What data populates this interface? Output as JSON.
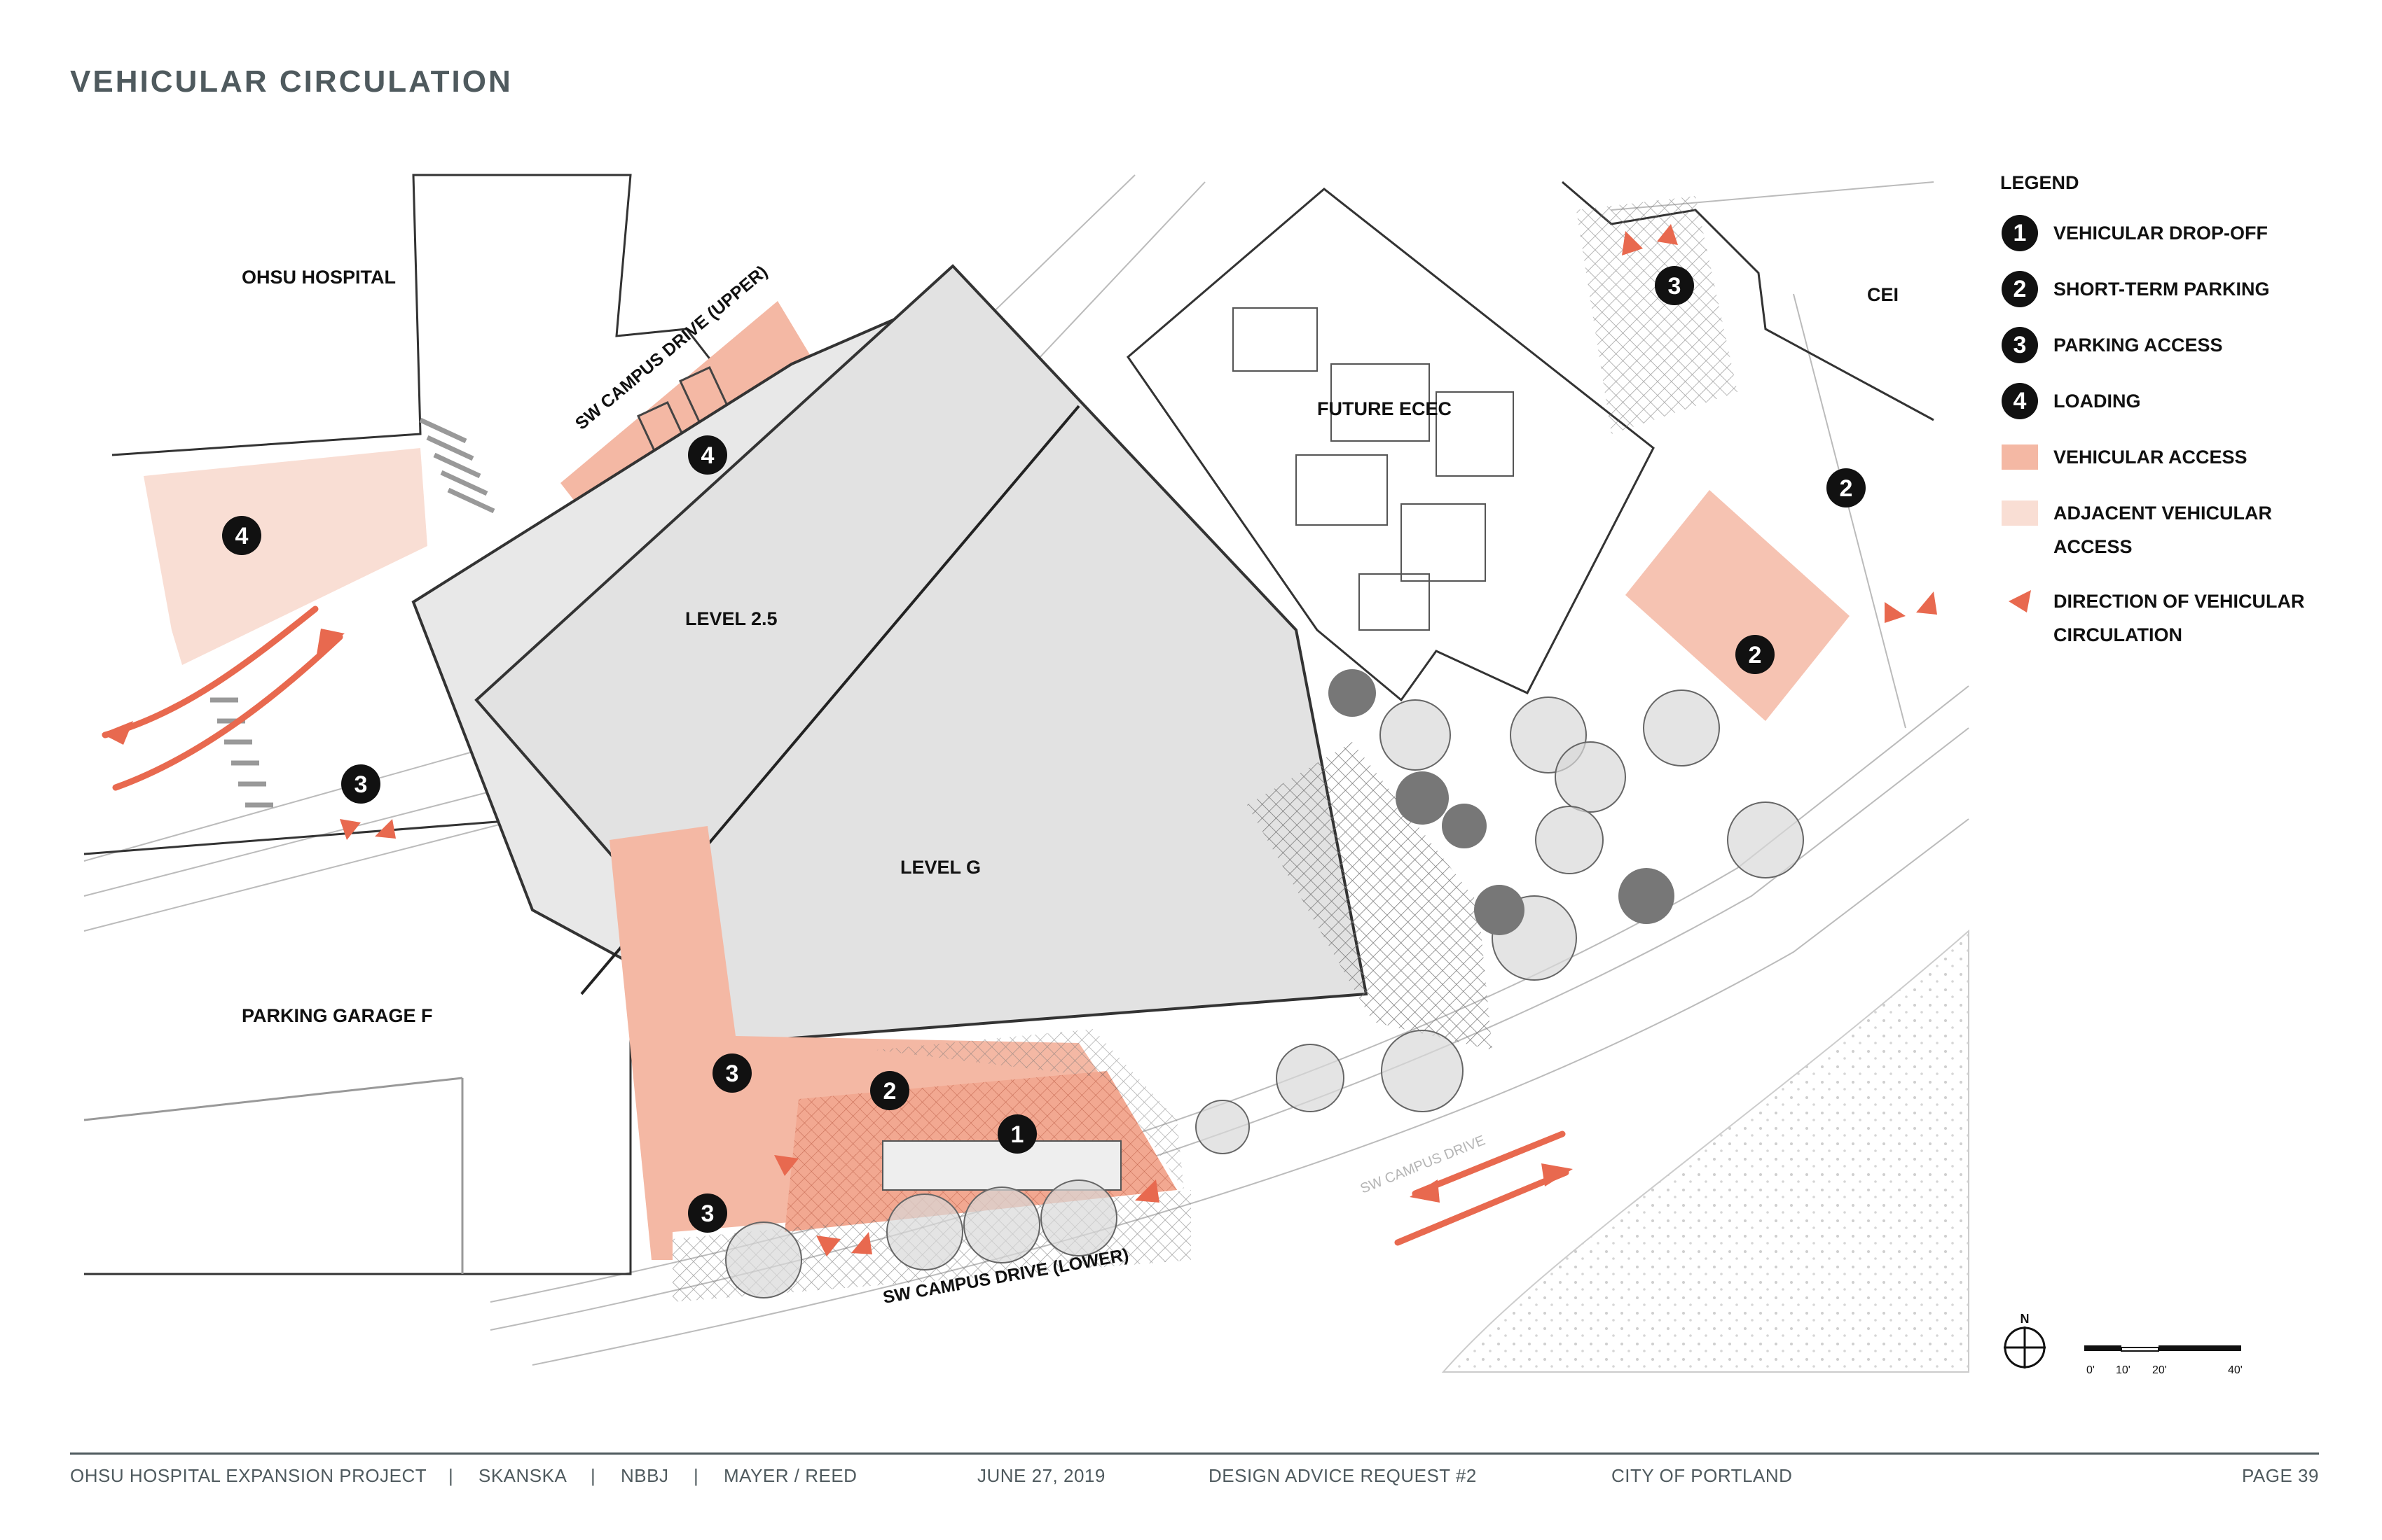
{
  "page": {
    "title": "VEHICULAR CIRCULATION"
  },
  "plan_labels": {
    "ohsu_hospital": "OHSU HOSPITAL",
    "sw_campus_drive_upper": "SW CAMPUS DRIVE (UPPER)",
    "future_ecec": "FUTURE ECEC",
    "cei": "CEI",
    "level_25": "LEVEL 2.5",
    "level_g": "LEVEL G",
    "parking_garage_f": "PARKING GARAGE F",
    "sw_campus_drive_lower": "SW CAMPUS DRIVE (LOWER)",
    "sw_campus_drive": "SW CAMPUS DRIVE"
  },
  "markers": [
    {
      "label": "4"
    },
    {
      "label": "4"
    },
    {
      "label": "3"
    },
    {
      "label": "3"
    },
    {
      "label": "3"
    },
    {
      "label": "3"
    },
    {
      "label": "2"
    },
    {
      "label": "2"
    },
    {
      "label": "2"
    },
    {
      "label": "1"
    }
  ],
  "legend": {
    "title": "LEGEND",
    "items": [
      {
        "symbol": "1",
        "text": "VEHICULAR DROP-OFF"
      },
      {
        "symbol": "2",
        "text": "SHORT-TERM PARKING"
      },
      {
        "symbol": "3",
        "text": "PARKING ACCESS"
      },
      {
        "symbol": "4",
        "text": "LOADING"
      },
      {
        "swatch": "#f4b8a4",
        "text": "VEHICULAR ACCESS"
      },
      {
        "swatch": "#f9ded4",
        "text": "ADJACENT VEHICULAR ACCESS"
      },
      {
        "arrow": "#e8694f",
        "text": "DIRECTION OF VEHICULAR CIRCULATION"
      }
    ]
  },
  "scale_bar": {
    "north": "N",
    "ticks": [
      "0'",
      "10'",
      "20'",
      "40'"
    ]
  },
  "footer": {
    "project": "OHSU HOSPITAL EXPANSION PROJECT",
    "sep": "|",
    "skanska": "SKANSKA",
    "nbbj": "NBBJ",
    "mayer_reed": "MAYER / REED",
    "date": "JUNE 27, 2019",
    "request": "DESIGN ADVICE REQUEST #2",
    "city": "CITY OF PORTLAND",
    "page": "PAGE 39"
  },
  "colors": {
    "vehicular_access": "#f4b8a4",
    "adjacent_access": "#f9ded4",
    "arrow": "#e8694f",
    "building_gray": "#e4e4e4",
    "title_gray": "#4f5a5e"
  }
}
